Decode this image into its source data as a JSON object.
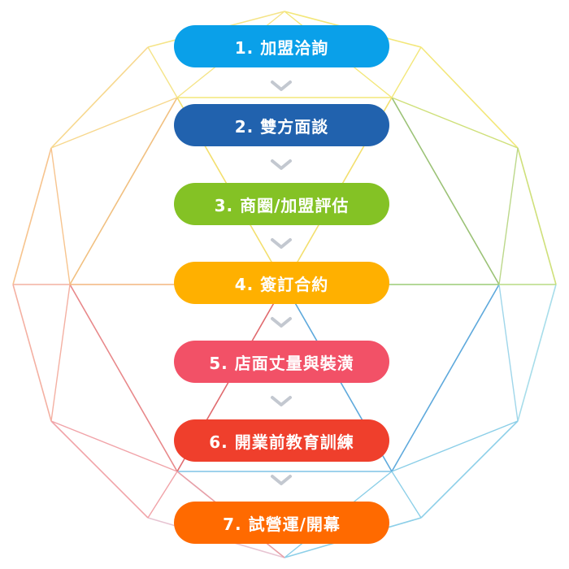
{
  "steps": [
    {
      "label": "1. 加盟洽詢",
      "color": "#0aa0e9"
    },
    {
      "label": "2. 雙方面談",
      "color": "#2162ae"
    },
    {
      "label": "3. 商圈/加盟評估",
      "color": "#84c225"
    },
    {
      "label": "4. 簽訂合約",
      "color": "#ffb000"
    },
    {
      "label": "5. 店面丈量與裝潢",
      "color": "#f25167"
    },
    {
      "label": "6. 開業前教育訓練",
      "color": "#ef3f2c"
    },
    {
      "label": "7. 試營運/開幕",
      "color": "#ff6a00"
    }
  ],
  "arrow_color": "#c3c8d0"
}
